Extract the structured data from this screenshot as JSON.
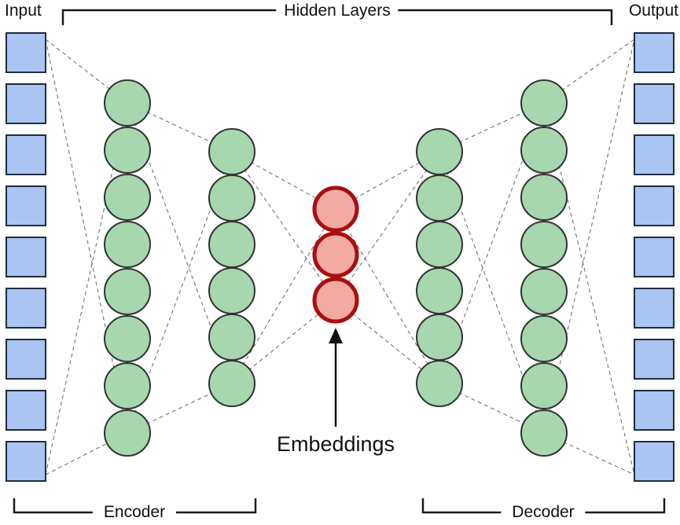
{
  "labels": {
    "input": "Input",
    "output": "Output",
    "hidden_layers": "Hidden Layers",
    "embeddings": "Embeddings",
    "encoder": "Encoder",
    "decoder": "Decoder"
  },
  "diagram": {
    "type": "autoencoder-architecture",
    "input_units": 9,
    "output_units": 9,
    "hidden_layers": [
      {
        "name": "encoder-hidden-1",
        "units": 8,
        "role": "encoder"
      },
      {
        "name": "encoder-hidden-2",
        "units": 6,
        "role": "encoder"
      },
      {
        "name": "embedding-bottleneck",
        "units": 3,
        "role": "embedding"
      },
      {
        "name": "decoder-hidden-1",
        "units": 6,
        "role": "decoder"
      },
      {
        "name": "decoder-hidden-2",
        "units": 8,
        "role": "decoder"
      }
    ],
    "colors": {
      "input_output_fill": "#aac5f2",
      "input_output_stroke": "#1f2d3d",
      "hidden_fill": "#a6d7ae",
      "hidden_stroke": "#333333",
      "embedding_fill": "#f2aaa2",
      "embedding_stroke": "#aa0e0e",
      "connection": "#666666",
      "bracket": "#1a1a1a"
    }
  }
}
